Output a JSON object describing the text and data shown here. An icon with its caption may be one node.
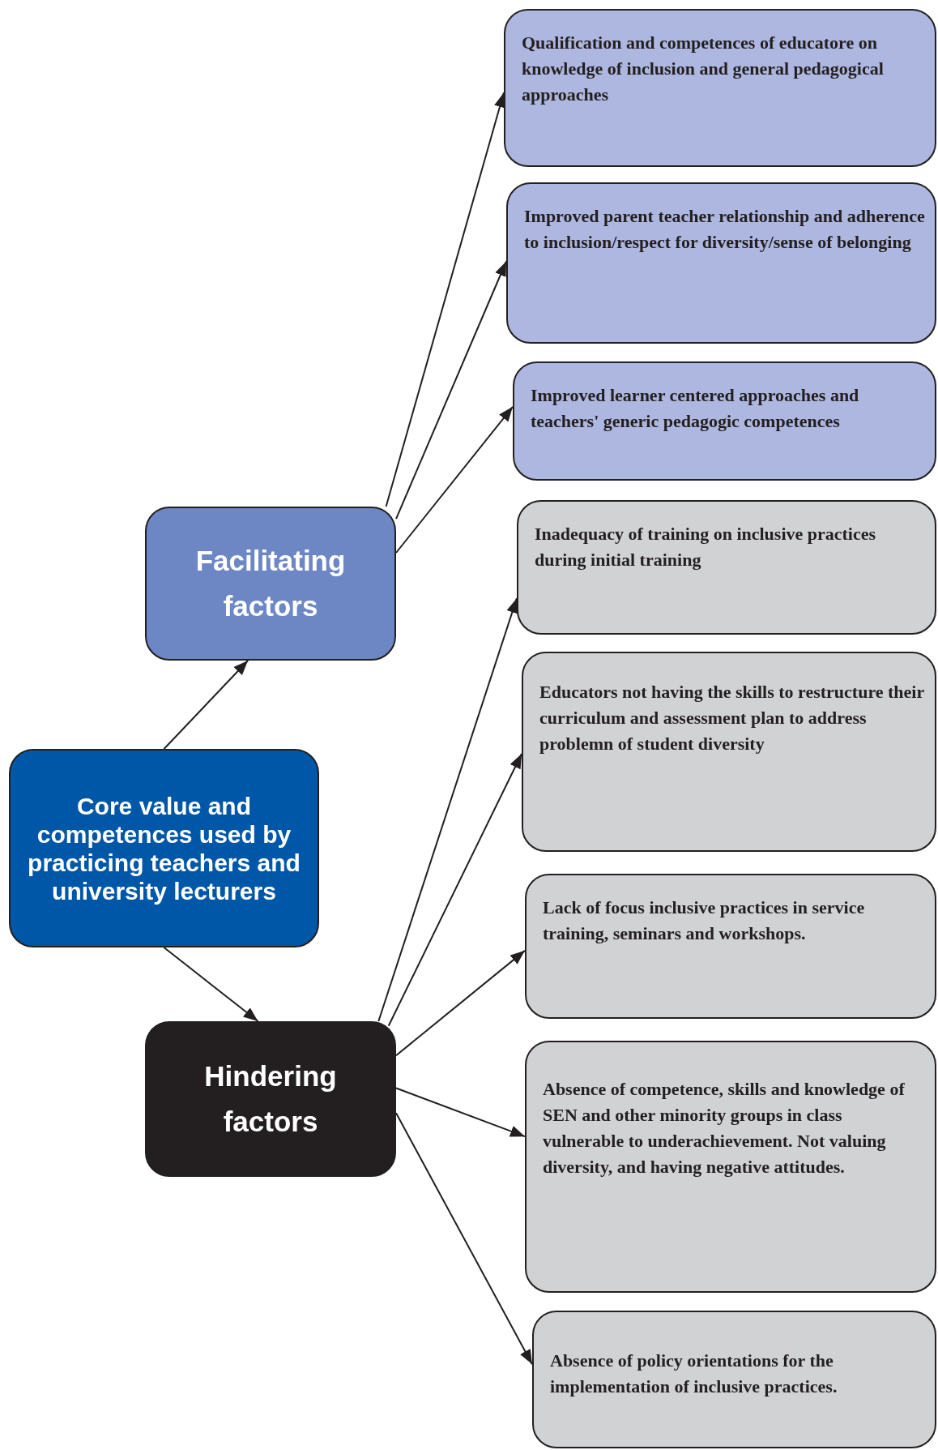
{
  "diagram": {
    "nodes": [
      {
        "text": [
          "Core value and competences used by practicing teachers and university lecturers"
        ]
      },
      {
        "text": [
          "Facilitating factors"
        ]
      },
      {
        "text": [
          "Hindering factors"
        ]
      },
      {
        "text": [
          "Qualification and competences of educatore on knowledge of inclusion and general pedagogical approaches"
        ]
      },
      {
        "text": [
          "Improved parent teacher relationship and adherence to inclusion/respect for diversity/sense of belonging"
        ]
      },
      {
        "text": [
          "Improved learner centered approaches and teachers' generic pedagogic competences"
        ]
      },
      {
        "text": [
          "Inadequacy of training on inclusive practices during initial training"
        ]
      },
      {
        "text": [
          "Educators not having the skills to restructure their curriculum and assessment plan to address problemn of student diversity"
        ]
      },
      {
        "text": [
          "Lack of focus inclusive practices in service training, seminars and workshops."
        ]
      },
      {
        "text": [
          "Absence of competence, skills and knowledge of SEN and other minority groups in class vulnerable to underachievement. Not valuing diversity, and having negative attitudes."
        ]
      },
      {
        "text": [
          "Absence of policy orientations for the implementation of inclusive practices."
        ]
      }
    ],
    "edges": [
      {
        "from": 0,
        "to": 1,
        "arrow": "to"
      },
      {
        "from": 0,
        "to": 2,
        "arrow": "to"
      },
      {
        "from": 1,
        "to": 3,
        "arrow": "to"
      },
      {
        "from": 1,
        "to": 4,
        "arrow": "to"
      },
      {
        "from": 1,
        "to": 5,
        "arrow": "to"
      },
      {
        "from": 2,
        "to": 6,
        "arrow": "to"
      },
      {
        "from": 2,
        "to": 7,
        "arrow": "to"
      },
      {
        "from": 2,
        "to": 8,
        "arrow": "to"
      },
      {
        "from": 2,
        "to": 9,
        "arrow": "to"
      },
      {
        "from": 2,
        "to": 10,
        "arrow": "to"
      }
    ]
  }
}
